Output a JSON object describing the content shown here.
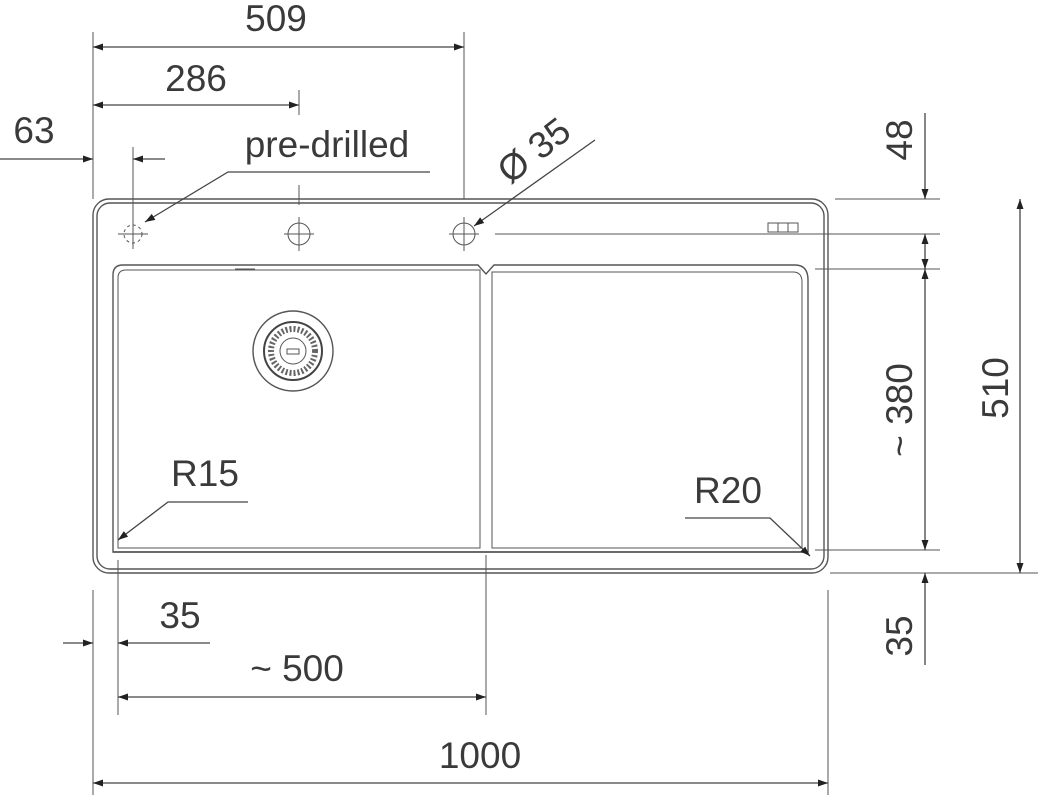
{
  "title": "Sink technical drawing",
  "dimensions": {
    "top_width_tap": "509",
    "mid_tap": "286",
    "left_tap": "63",
    "pre_drilled": "pre-drilled",
    "hole_diameter": "Ø 35",
    "right_48": "48",
    "right_380": "~ 380",
    "right_510": "510",
    "right_35": "35",
    "radius_left": "R15",
    "radius_right": "R20",
    "bottom_35": "35",
    "bottom_500": "~ 500",
    "bottom_1000": "1000"
  }
}
